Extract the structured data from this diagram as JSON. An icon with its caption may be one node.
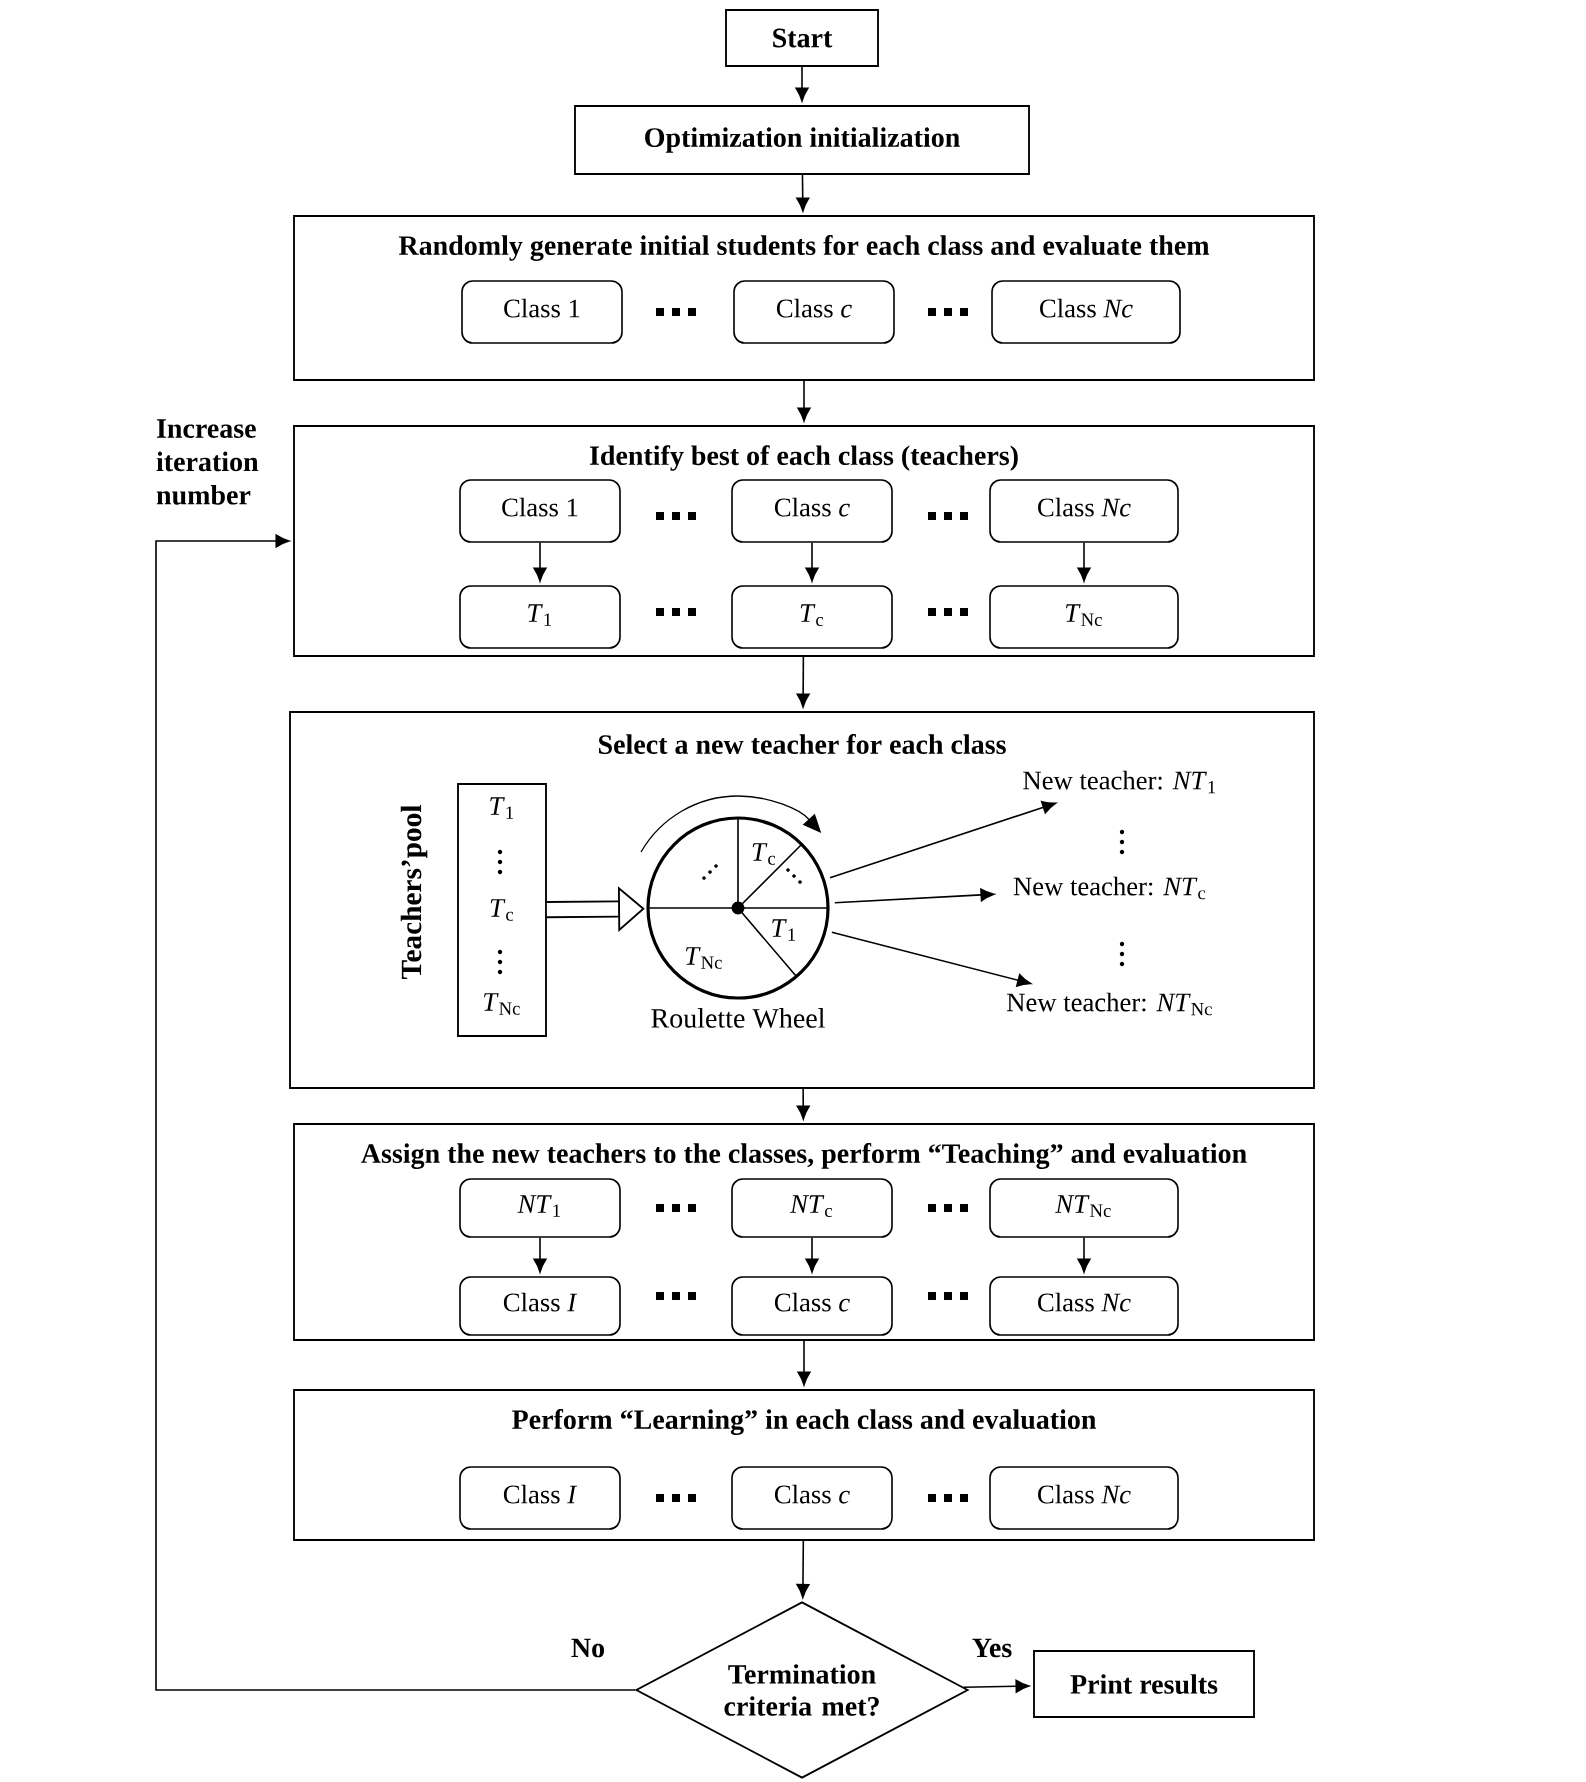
{
  "diagram": {
    "nodes": [
      {
        "text": [
          "Start"
        ]
      },
      {
        "text": [
          "Optimization initialization"
        ]
      },
      {
        "text": [
          "Randomly generate initial students for each class and evaluate them"
        ]
      },
      {
        "text": [
          "Class 1"
        ],
        "in": 2
      },
      {
        "text": [
          "Class *c*"
        ],
        "in": 2
      },
      {
        "text": [
          "Class *Nc*"
        ],
        "in": 2
      },
      {
        "text": [
          "Identify best of each class (teachers)"
        ]
      },
      {
        "text": [
          "Class 1"
        ],
        "in": 6
      },
      {
        "text": [
          "Class *c*"
        ],
        "in": 6
      },
      {
        "text": [
          "Class *Nc*"
        ],
        "in": 6
      },
      {
        "text": [
          "*T*$_{1}$"
        ],
        "in": 6
      },
      {
        "text": [
          "*T*$_{c}$"
        ],
        "in": 6
      },
      {
        "text": [
          "*T*$_{Nc}$"
        ],
        "in": 6
      },
      {
        "text": [
          "Select a new teacher for each class"
        ]
      },
      {
        "text": [
          "*T*$_{1}$",
          "*T*$_{c}$",
          "*T*$_{Nc}$"
        ],
        "beside": [
          "Teachers’pool"
        ],
        "in": 13
      },
      {
        "text": [
          "*T*$_{c}$",
          "*T*$_{1}$",
          "*T*$_{Nc}$"
        ],
        "beside": [
          "Roulette Wheel"
        ],
        "in": 13
      },
      {
        "text": [
          "New teacher: *NT*$_{1}$"
        ],
        "in": 13
      },
      {
        "text": [
          "New teacher: *NT*$_{c}$"
        ],
        "in": 13
      },
      {
        "text": [
          "New teacher: *NT*$_{Nc}$"
        ],
        "in": 13
      },
      {
        "text": [
          "Assign the new teachers to the classes, perform “Teaching” and evaluation"
        ]
      },
      {
        "text": [
          "*NT*$_{1}$"
        ],
        "in": 19
      },
      {
        "text": [
          "*NT*$_{c}$"
        ],
        "in": 19
      },
      {
        "text": [
          "*NT*$_{Nc}$"
        ],
        "in": 19
      },
      {
        "text": [
          "Class *I*"
        ],
        "in": 19
      },
      {
        "text": [
          "Class *c*"
        ],
        "in": 19
      },
      {
        "text": [
          "Class *Nc*"
        ],
        "in": 19
      },
      {
        "text": [
          "Perform “Learning” in each class and evaluation"
        ]
      },
      {
        "text": [
          "Class *I*"
        ],
        "in": 26
      },
      {
        "text": [
          "Class *c*"
        ],
        "in": 26
      },
      {
        "text": [
          "Class *Nc*"
        ],
        "in": 26
      },
      {
        "text": [
          "Termination criteria met?"
        ]
      },
      {
        "text": [
          "Print results"
        ]
      }
    ],
    "edges": [
      {
        "from": 0,
        "to": 1,
        "arrow": "to"
      },
      {
        "from": 1,
        "to": 2,
        "arrow": "to"
      },
      {
        "from": 2,
        "to": 6,
        "arrow": "to"
      },
      {
        "from": 6,
        "to": 13,
        "arrow": "to"
      },
      {
        "from": 13,
        "to": 19,
        "arrow": "to"
      },
      {
        "from": 19,
        "to": 26,
        "arrow": "to"
      },
      {
        "from": 26,
        "to": 30,
        "arrow": "to"
      },
      {
        "from": 30,
        "to": 31,
        "arrow": "to",
        "label": "Yes"
      },
      {
        "from": 30,
        "to": 6,
        "arrow": "to",
        "label": "No"
      },
      {
        "from": 7,
        "to": 10,
        "arrow": "to"
      },
      {
        "from": 8,
        "to": 11,
        "arrow": "to"
      },
      {
        "from": 9,
        "to": 12,
        "arrow": "to"
      },
      {
        "from": 14,
        "to": 15,
        "arrow": "to",
        "style": "thick"
      },
      {
        "from": 15,
        "to": 16,
        "arrow": "to"
      },
      {
        "from": 15,
        "to": 17,
        "arrow": "to"
      },
      {
        "from": 15,
        "to": 18,
        "arrow": "to"
      },
      {
        "from": 20,
        "to": 23,
        "arrow": "to"
      },
      {
        "from": 21,
        "to": 24,
        "arrow": "to"
      },
      {
        "from": 22,
        "to": 25,
        "arrow": "to"
      }
    ],
    "labels": [
      "Increase iteration number"
    ]
  }
}
